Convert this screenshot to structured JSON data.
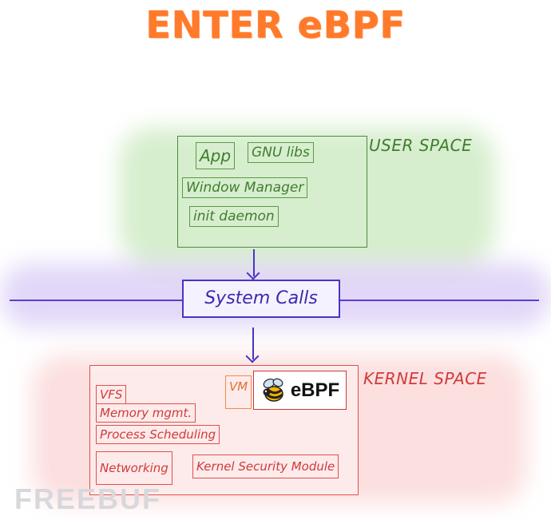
{
  "title": "ENTER eBPF",
  "user_space": {
    "label": "USER SPACE",
    "items": [
      "App",
      "GNU libs",
      "Window Manager",
      "init daemon"
    ]
  },
  "system_calls": {
    "label": "System Calls"
  },
  "kernel_space": {
    "label": "KERNEL SPACE",
    "items": [
      "VFS",
      "Memory mgmt.",
      "Process Scheduling",
      "Networking",
      "Kernel Security Module"
    ],
    "vm_label": "VM",
    "ebpf_label": "eBPF"
  },
  "colors": {
    "title": "#ff7a2a",
    "user": "#4c8a3c",
    "syscall": "#4a34c4",
    "kernel": "#e2504a"
  },
  "icons": [
    "bee-icon"
  ],
  "watermark": "FREEBUF"
}
